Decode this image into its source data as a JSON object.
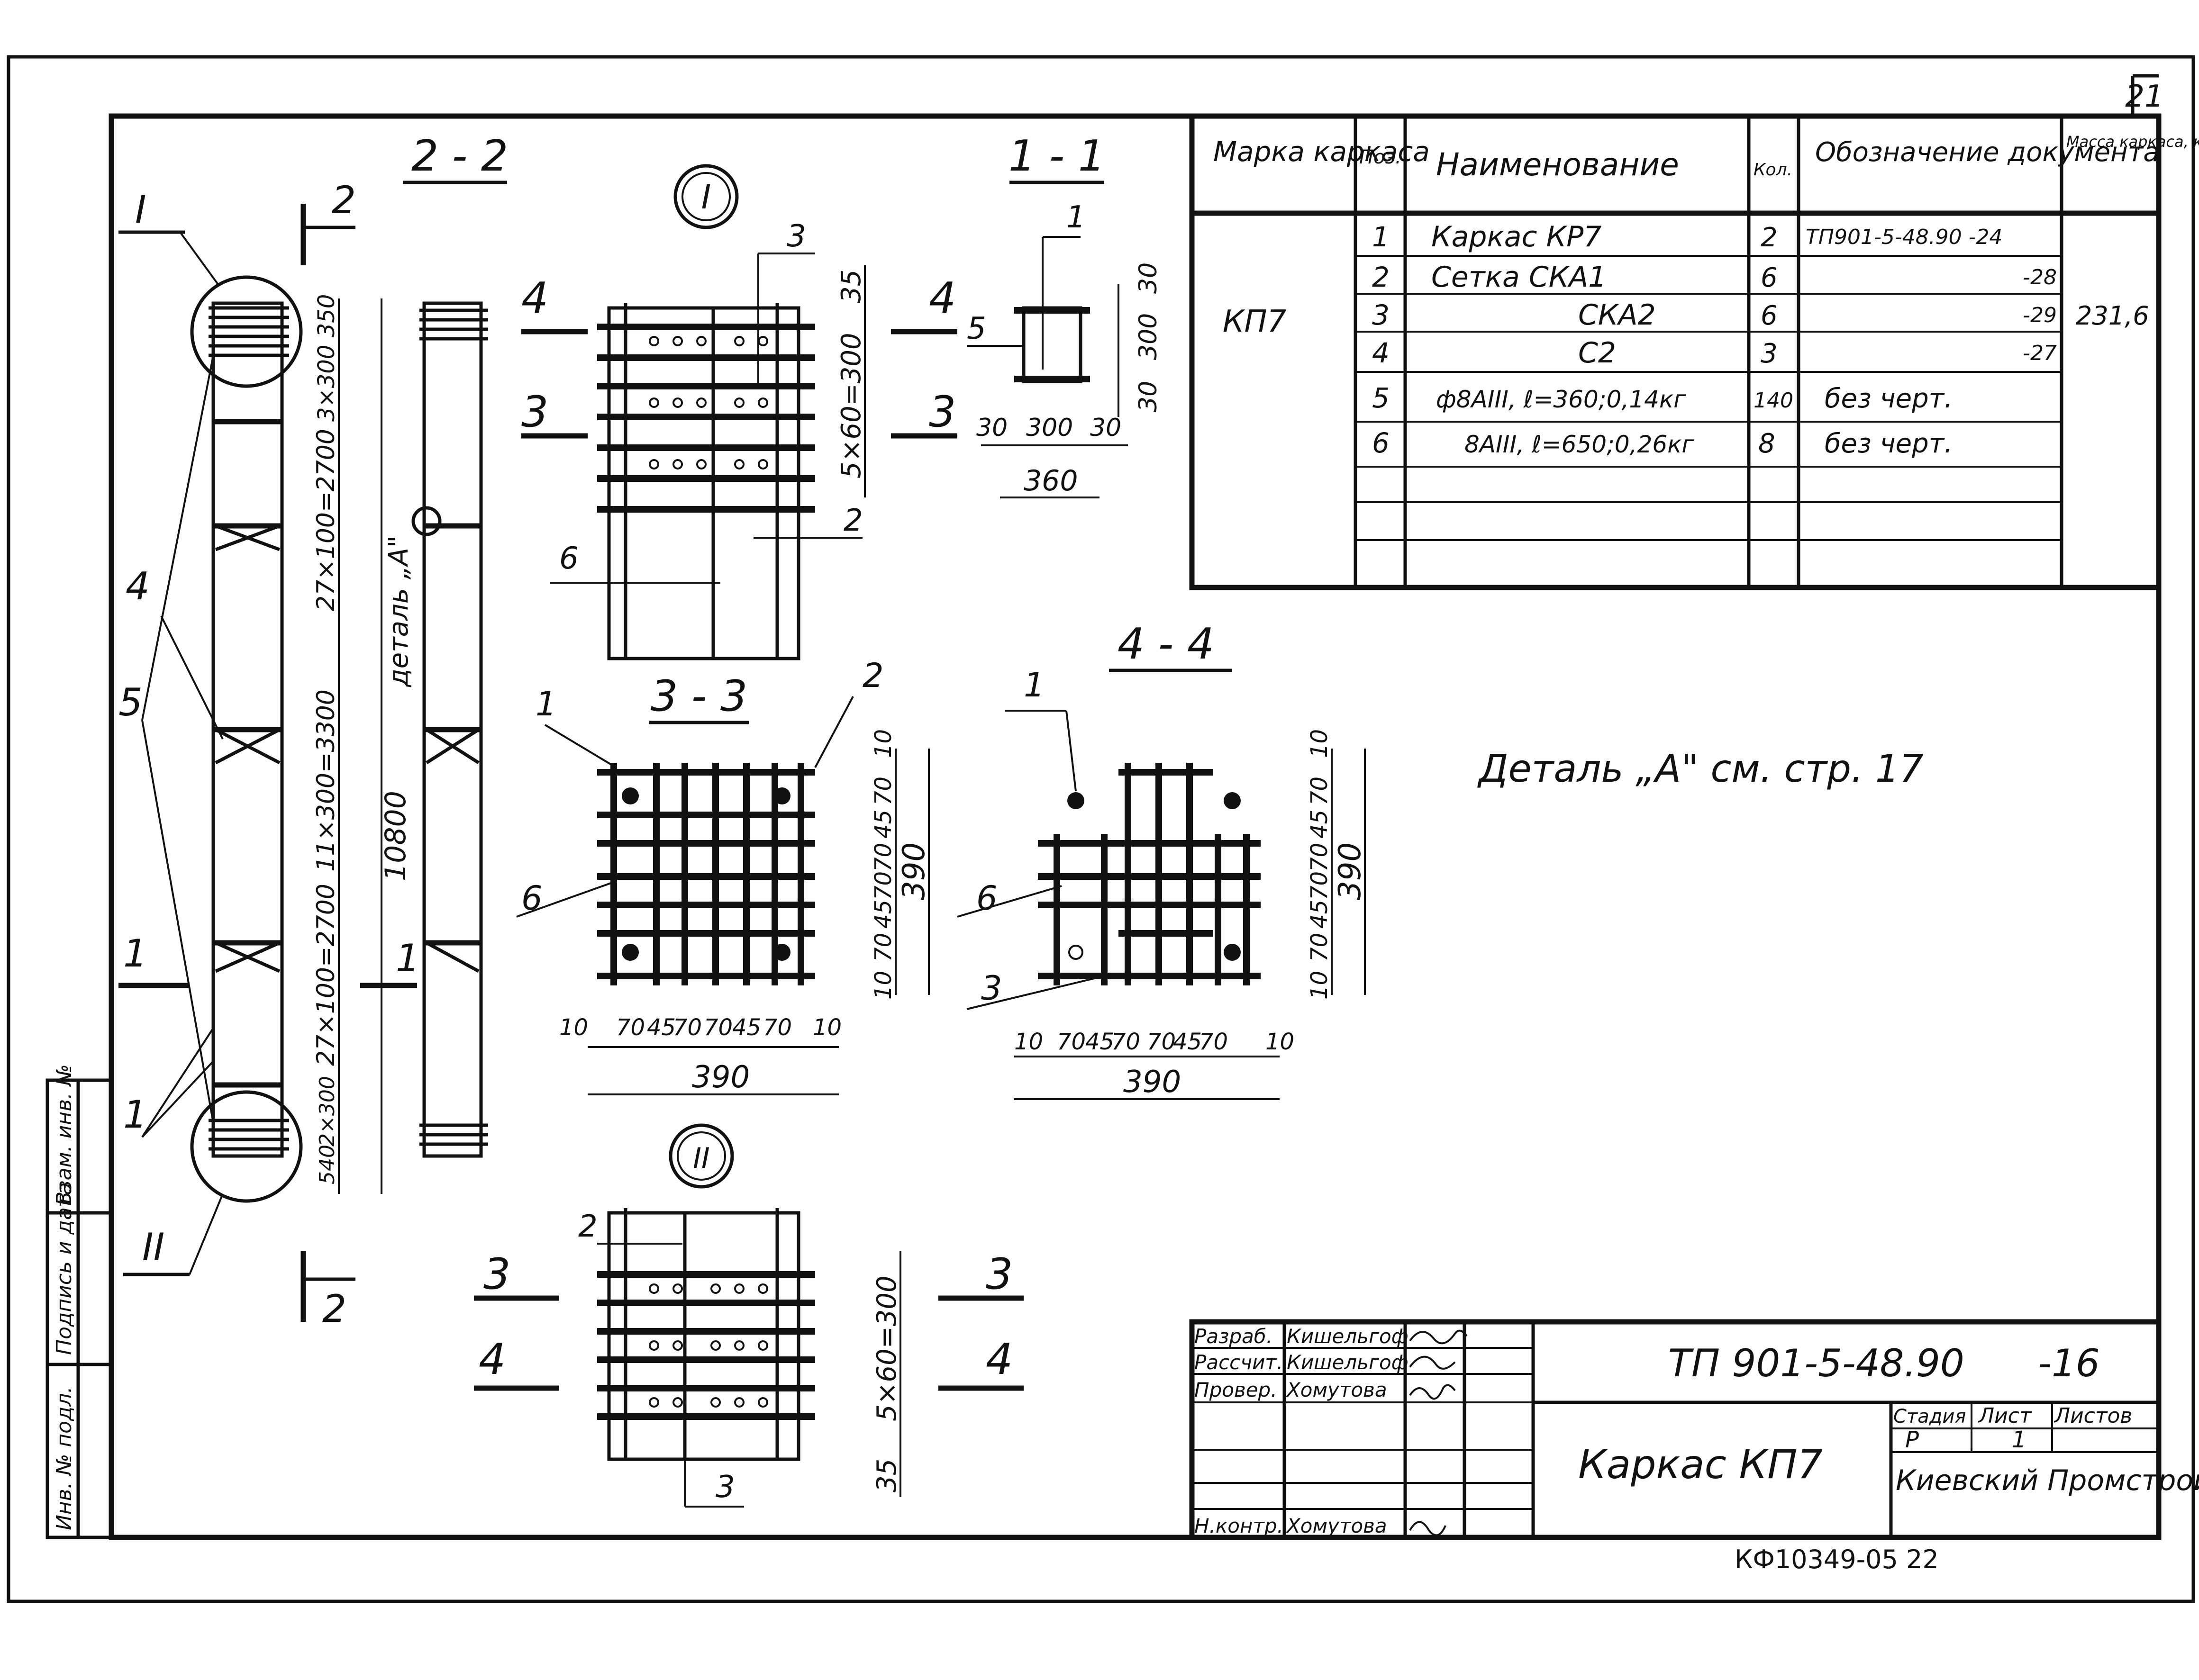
{
  "sheet_number": "21",
  "sections": {
    "s22": "2 - 2",
    "s11": "1 - 1",
    "s33": "3 - 3",
    "s44": "4 - 4",
    "node_I": "I",
    "node_II": "II"
  },
  "cut_marks": {
    "c2": "2",
    "c1": "1",
    "c3": "3",
    "c4": "4"
  },
  "elevation": {
    "dims": [
      "3×300 350",
      "27×100=2700",
      "11×300=3300",
      "27×100=2700",
      "2×300",
      "540"
    ],
    "total": "10800",
    "detail": "деталь „А\""
  },
  "callouts": {
    "n1": "1",
    "n2": "2",
    "n3": "3",
    "n4": "4",
    "n5": "5",
    "n6": "6"
  },
  "node1_dims": {
    "d35": "35",
    "d5x60": "5×60=300"
  },
  "section11_dims": {
    "d30a": "30",
    "d300v": "300",
    "d30b": "30",
    "d30h": "30",
    "d300h": "300",
    "d30h2": "30",
    "d360": "360"
  },
  "section33_dims": {
    "bottom": [
      "10",
      "70",
      "45",
      "70",
      "70",
      "45",
      "70",
      "10"
    ],
    "right": [
      "10",
      "70",
      "45",
      "70",
      "70",
      "45",
      "70",
      "10"
    ],
    "total_h": "390",
    "total_v": "390"
  },
  "section44_dims": {
    "bottom": [
      "10",
      "70",
      "45",
      "70",
      "70",
      "45",
      "70",
      "10"
    ],
    "right": [
      "10",
      "70",
      "45",
      "70",
      "70",
      "45",
      "70",
      "10"
    ],
    "total_h": "390",
    "total_v": "390"
  },
  "detail_note": "Деталь „А\" см. стр. 17",
  "spec_table": {
    "headers": [
      "Марка каркаса",
      "Поз.",
      "Наименование",
      "Кол.",
      "Обозначение документа",
      "Масса каркаса, кг"
    ],
    "mark": "КП7",
    "mass": "231,6",
    "rows": [
      {
        "pos": "1",
        "name": "Каркас КР7",
        "qty": "2",
        "doc": "ТП901-5-48.90 -24"
      },
      {
        "pos": "2",
        "name": "Сетка СКА1",
        "qty": "6",
        "doc": "-28"
      },
      {
        "pos": "3",
        "name": "СКА2",
        "qty": "6",
        "doc": "-29"
      },
      {
        "pos": "4",
        "name": "С2",
        "qty": "3",
        "doc": "-27"
      },
      {
        "pos": "5",
        "name": "ф8АIII, ℓ=360;0,14кг",
        "qty": "140",
        "doc": "без черт."
      },
      {
        "pos": "6",
        "name": "8АIII, ℓ=650;0,26кг",
        "qty": "8",
        "doc": "без черт."
      }
    ]
  },
  "title_block": {
    "roles": [
      "Разраб.",
      "Рассчит.",
      "Провер.",
      "Н.контр."
    ],
    "names": [
      "Кишельгоф",
      "Кишельгоф",
      "Хомутова",
      "Хомутова"
    ],
    "doc_code": "ТП 901-5-48.90",
    "sheet_code": "-16",
    "title": "Каркас КП7",
    "stage_label": "Стадия",
    "sheet_label": "Лист",
    "sheets_label": "Листов",
    "stage": "Р",
    "sheet": "1",
    "org": "Киевский Промстройпроект",
    "archive": "КФ10349-05 22"
  },
  "side_stamp": [
    "Инв. № подл.",
    "Подпись и дата",
    "Взам. инв. №"
  ]
}
